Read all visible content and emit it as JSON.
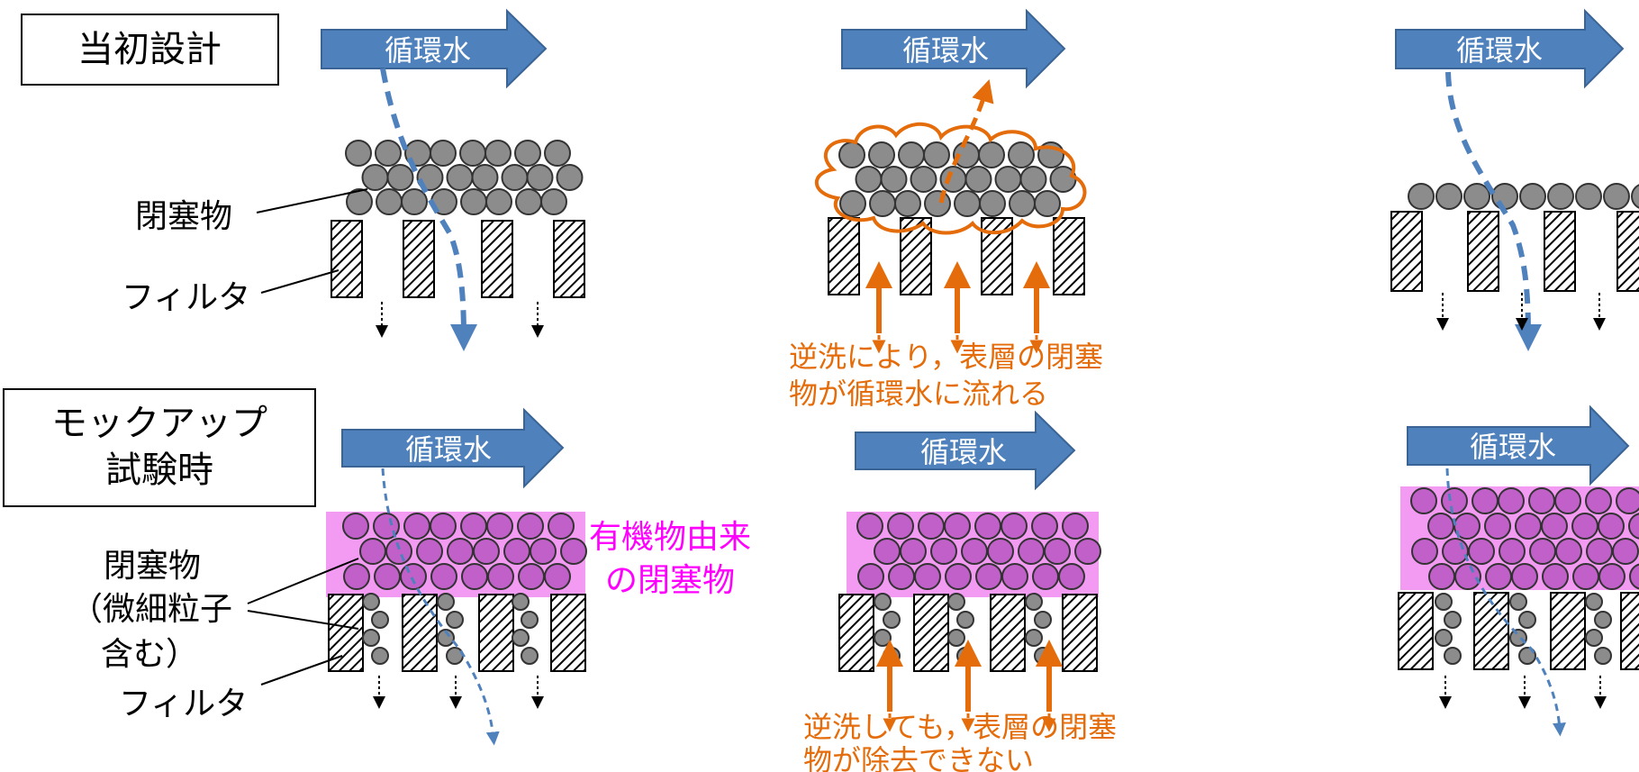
{
  "row_labels": {
    "design": "当初設計",
    "mockup_line1": "モックアップ",
    "mockup_line2": "試験時"
  },
  "flow_arrow_label": "循環水",
  "parts": {
    "blockage": "閉塞物",
    "filter": "フィルタ",
    "blockage_fine_line1": "閉塞物",
    "blockage_fine_line2": "（微細粒子",
    "blockage_fine_line3": "含む）"
  },
  "organic_label": {
    "line1": "有機物由来",
    "line2": "の閉塞物"
  },
  "captions": {
    "backwash_success_line1": "逆洗により，表層の閉塞",
    "backwash_success_line2": "物が循環水に流れる",
    "backwash_fail_line1": "逆洗しても，表層の閉塞",
    "backwash_fail_line2": "物が除去できない"
  },
  "colors": {
    "flow_arrow": "#4f81bd",
    "flow_arrow_border": "#3a6496",
    "particle": "#8c8c8c",
    "organic_particle": "#c060c8",
    "organic_band": "#f39af3",
    "backwash": "#e46c0a",
    "organic_text": "#ff00ff"
  }
}
